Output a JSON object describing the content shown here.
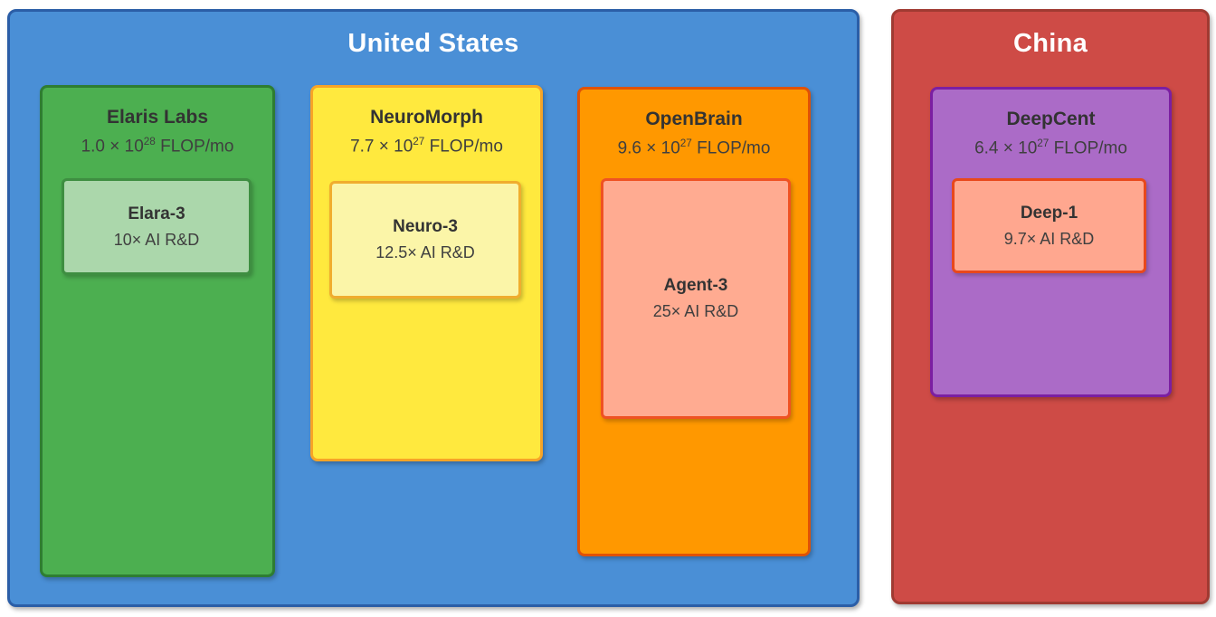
{
  "regions": [
    {
      "id": "united-states",
      "label": "United States",
      "fill": "#4a8fd6",
      "border": "#2b5ea7",
      "title_color": "#ffffff",
      "companies": [
        {
          "id": "elaris-labs",
          "name": "Elaris Labs",
          "flop_prefix": "1.0 × 10",
          "flop_exp": "28",
          "flop_suffix": " FLOP/mo",
          "fill": "#4caf50",
          "border": "#2e7d32",
          "model": {
            "name": "Elara-3",
            "rd": "10× AI R&D",
            "fill": "#abd7ab",
            "border": "#3e8e41"
          }
        },
        {
          "id": "neuromorph",
          "name": "NeuroMorph",
          "flop_prefix": "7.7 × 10",
          "flop_exp": "27",
          "flop_suffix": " FLOP/mo",
          "fill": "#ffe93e",
          "border": "#f7a427",
          "model": {
            "name": "Neuro-3",
            "rd": "12.5× AI R&D",
            "fill": "#fbf5a8",
            "border": "#f0ad2e"
          }
        },
        {
          "id": "openbrain",
          "name": "OpenBrain",
          "flop_prefix": "9.6 × 10",
          "flop_exp": "27",
          "flop_suffix": " FLOP/mo",
          "fill": "#ff9800",
          "border": "#e05206",
          "model": {
            "name": "Agent-3",
            "rd": "25× AI R&D",
            "fill": "#ffab91",
            "border": "#ef5223"
          }
        }
      ]
    },
    {
      "id": "china",
      "label": "China",
      "fill": "#ce4b46",
      "border": "#a03a32",
      "title_color": "#ffffff",
      "companies": [
        {
          "id": "deepcent",
          "name": "DeepCent",
          "flop_prefix": "6.4 × 10",
          "flop_exp": "27",
          "flop_suffix": " FLOP/mo",
          "fill": "#ab6bc7",
          "border": "#7b1fa2",
          "model": {
            "name": "Deep-1",
            "rd": "9.7× AI R&D",
            "fill": "#ffa78f",
            "border": "#e8481c"
          }
        }
      ]
    }
  ]
}
